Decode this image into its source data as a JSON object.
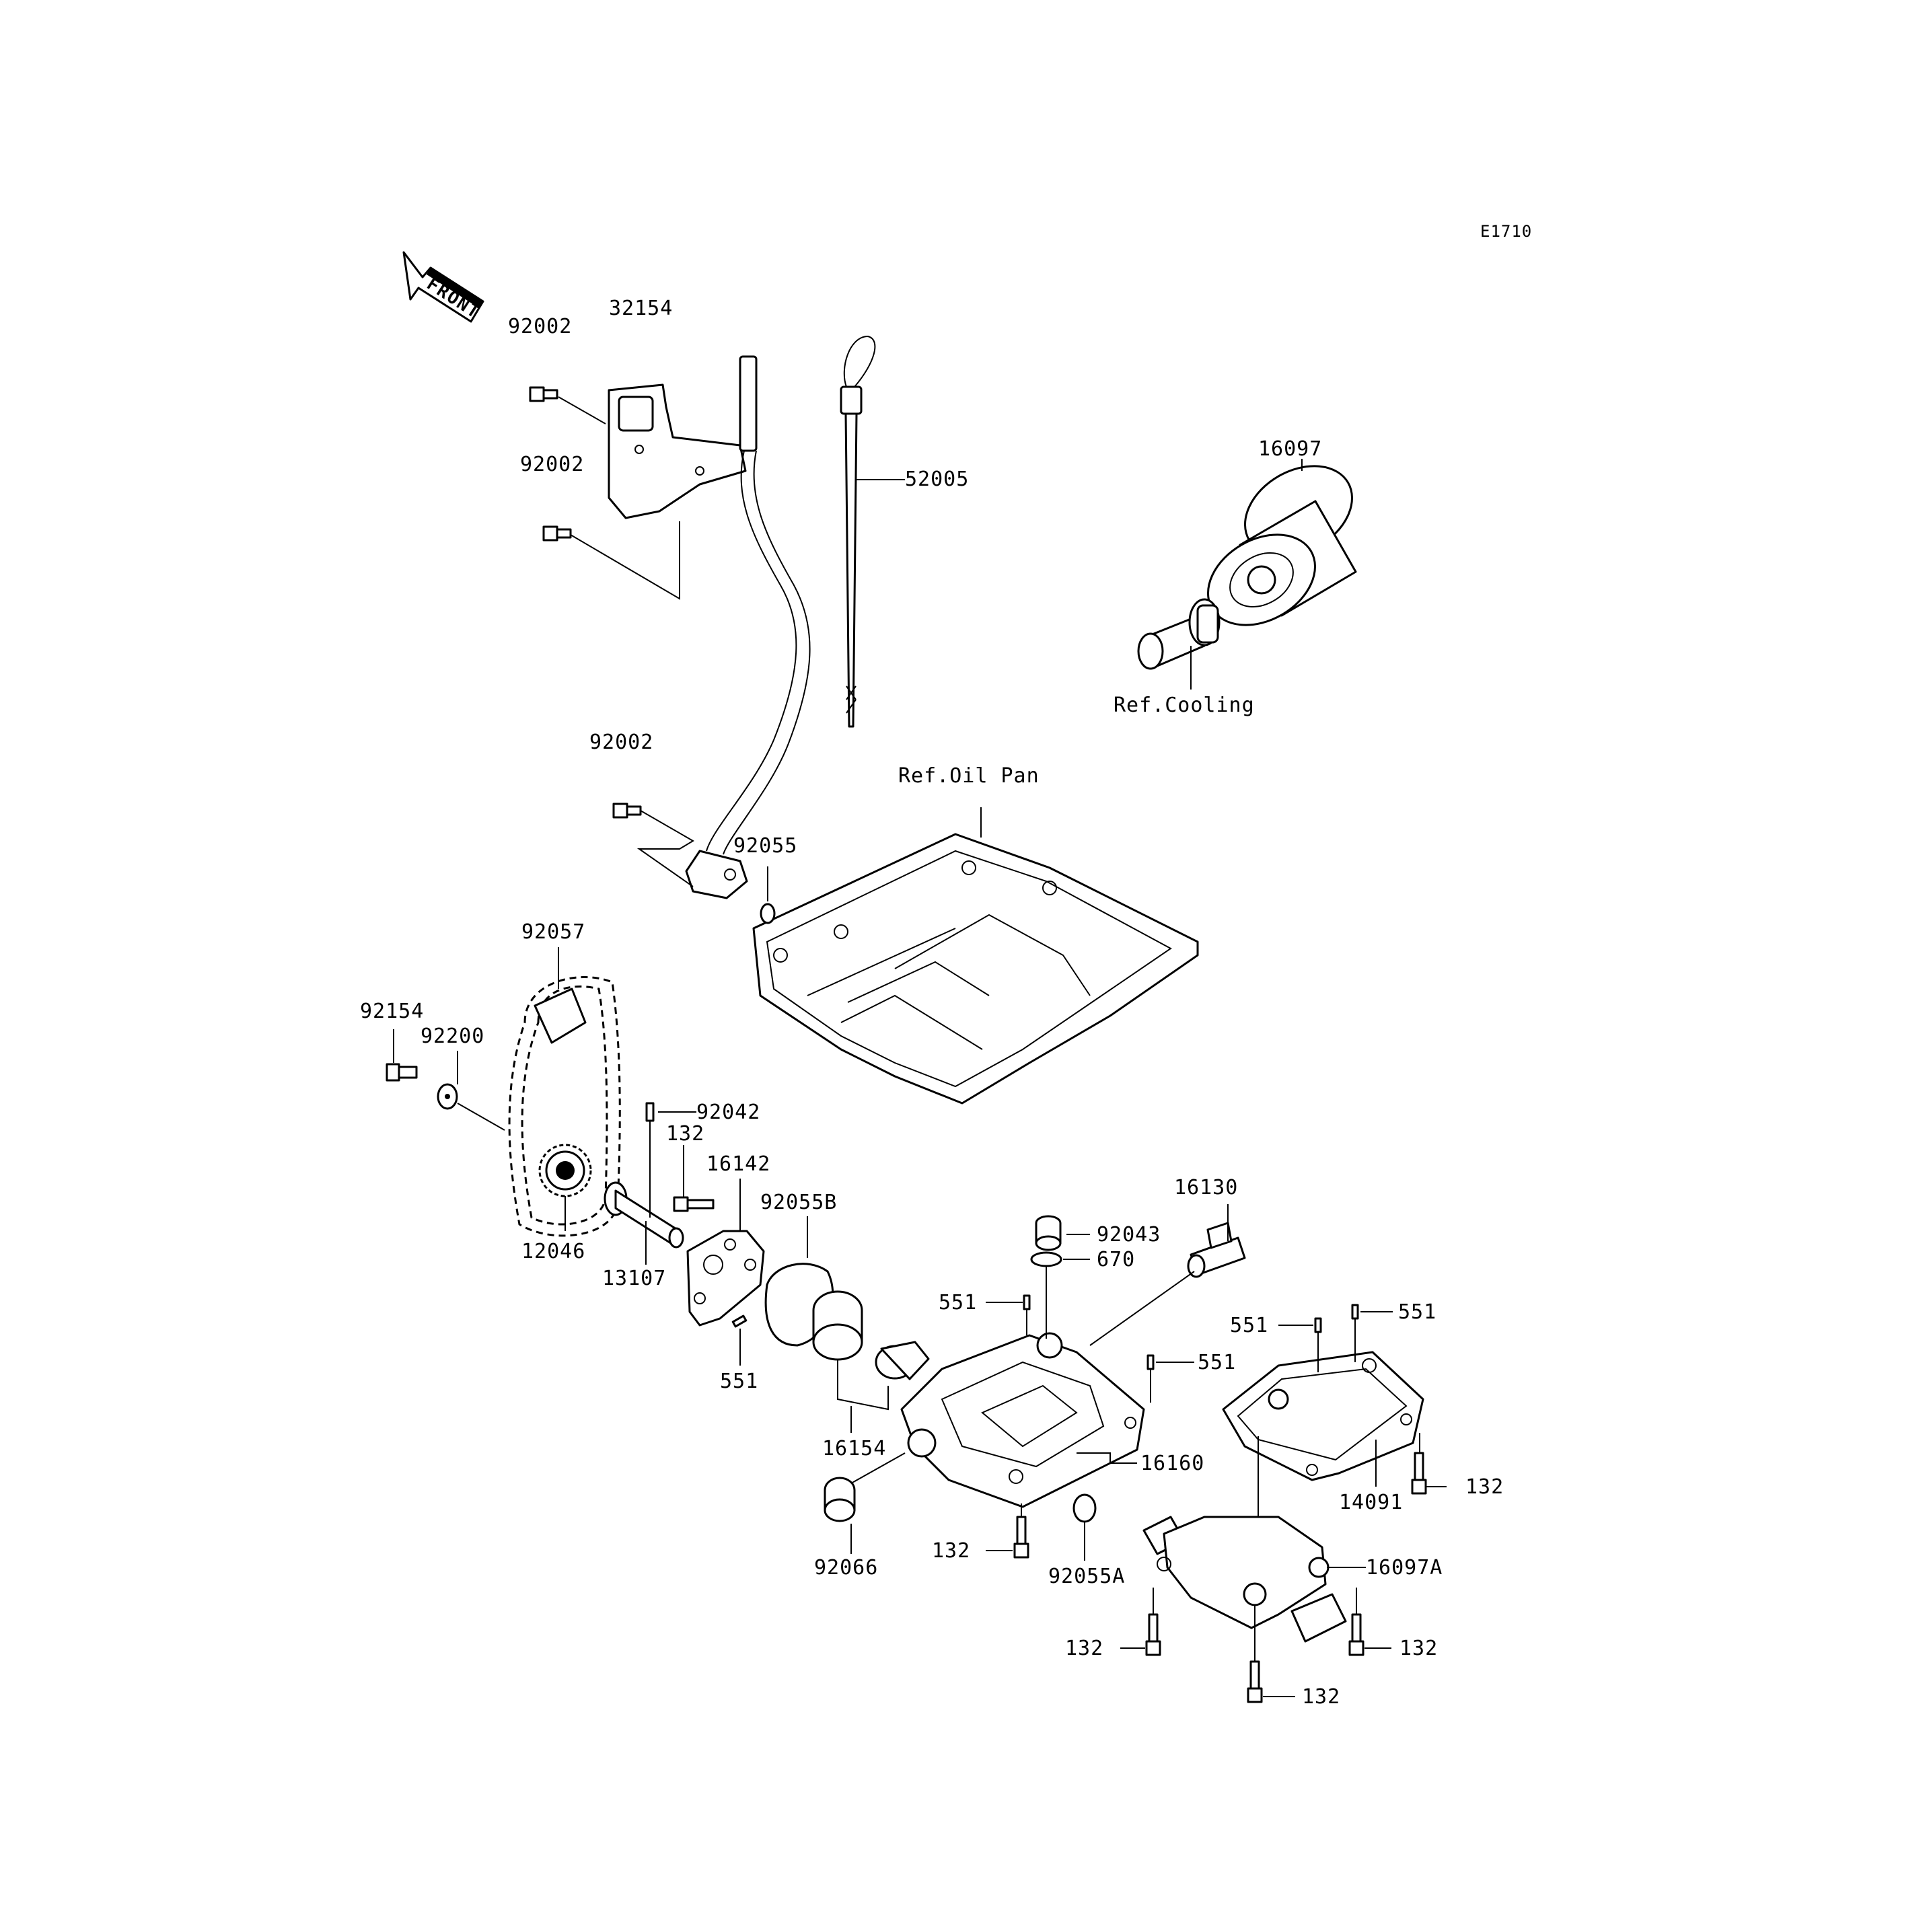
{
  "diagram": {
    "code": "E1710",
    "front_label": "FRONT"
  },
  "labels": {
    "p32154": "32154",
    "p92002_a": "92002",
    "p92002_b": "92002",
    "p92002_c": "92002",
    "p52005": "52005",
    "p16097": "16097",
    "ref_cooling": "Ref.Cooling",
    "ref_oil_pan": "Ref.Oil Pan",
    "p92055": "92055",
    "p92057": "92057",
    "p92154": "92154",
    "p92200": "92200",
    "p92042": "92042",
    "p132_pump": "132",
    "p16142": "16142",
    "p92055B": "92055B",
    "p12046": "12046",
    "p13107": "13107",
    "p551_pump": "551",
    "p16130": "16130",
    "p92043": "92043",
    "p670": "670",
    "p551_left": "551",
    "p551_mid": "551",
    "p551_right": "551",
    "p551_top": "551",
    "p16154": "16154",
    "p16160": "16160",
    "p14091": "14091",
    "p132_right": "132",
    "p92066": "92066",
    "p132_bottom": "132",
    "p92055A": "92055A",
    "p16097A": "16097A",
    "p132_low_left": "132",
    "p132_low_right": "132",
    "p132_lowest": "132"
  }
}
